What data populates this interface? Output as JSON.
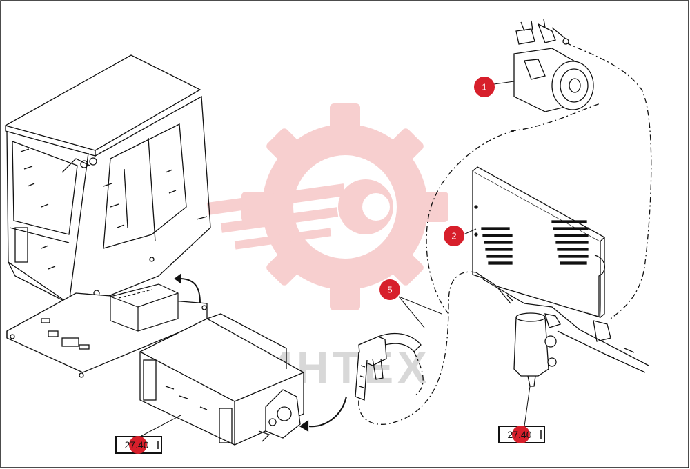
{
  "callouts": [
    {
      "id": "1",
      "label": "1"
    },
    {
      "id": "2",
      "label": "2"
    },
    {
      "id": "5",
      "label": "5"
    }
  ],
  "refs": [
    {
      "label": "27.40"
    },
    {
      "label": "27.40"
    }
  ],
  "watermark": {
    "text": "ИНТЕХ",
    "color": "#f2b2b2"
  },
  "colors": {
    "callout": "#d71f2b",
    "line": "#111111"
  }
}
